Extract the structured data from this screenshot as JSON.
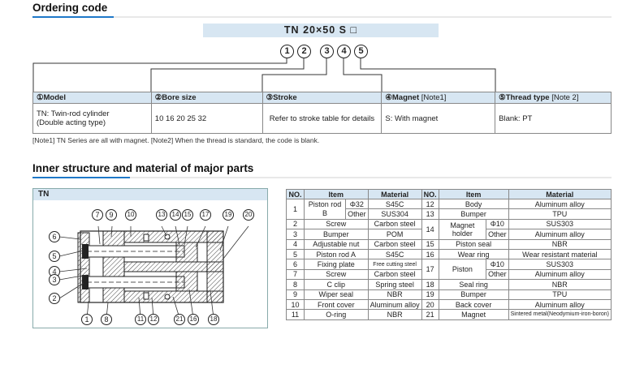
{
  "ordering": {
    "title": "Ordering code",
    "code_prefix": "TN",
    "code_bore_stroke": "20×50",
    "code_magnet": "S",
    "code_thread": "□",
    "markers": [
      "1",
      "2",
      "3",
      "4",
      "5"
    ],
    "headers": [
      "①Model",
      "②Bore size",
      "③Stroke",
      "④Magnet",
      "⑤Thread type"
    ],
    "header_notes": [
      "",
      "",
      "",
      "[Note1]",
      "[Note 2]"
    ],
    "cells": [
      "TN: Twin-rod cylinder\n(Double acting type)",
      "10  16  20  25  32",
      "Refer to stroke table for details",
      "S: With magnet",
      "Blank: PT"
    ],
    "note": "[Note1] TN Series are all with magnet.    [Note2] When the thread is standard, the code is blank."
  },
  "inner": {
    "title": "Inner structure and material of major parts",
    "diagram_label": "TN",
    "callouts_top": [
      "7",
      "9",
      "10",
      "13",
      "14",
      "15",
      "17",
      "19",
      "20"
    ],
    "callouts_left": [
      "6",
      "5",
      "4",
      "3",
      "2"
    ],
    "callouts_bottom": [
      "1",
      "8",
      "11",
      "12",
      "21",
      "16",
      "18"
    ]
  },
  "materials": {
    "headers": [
      "NO.",
      "Item",
      "Material",
      "NO.",
      "Item",
      "Material"
    ],
    "left": [
      {
        "no": "1",
        "item": "Piston rod B",
        "sub": [
          {
            "spec": "Φ32",
            "material": "S45C"
          },
          {
            "spec": "Other",
            "material": "SUS304"
          }
        ]
      },
      {
        "no": "2",
        "item": "Screw",
        "material": "Carbon steel"
      },
      {
        "no": "3",
        "item": "Bumper",
        "material": "POM"
      },
      {
        "no": "4",
        "item": "Adjustable nut",
        "material": "Carbon steel"
      },
      {
        "no": "5",
        "item": "Piston rod A",
        "material": "S45C"
      },
      {
        "no": "6",
        "item": "Fixing plate",
        "material": "Free cutting steel"
      },
      {
        "no": "7",
        "item": "Screw",
        "material": "Carbon steel"
      },
      {
        "no": "8",
        "item": "C clip",
        "material": "Spring steel"
      },
      {
        "no": "9",
        "item": "Wiper seal",
        "material": "NBR"
      },
      {
        "no": "10",
        "item": "Front cover",
        "material": "Aluminum alloy"
      },
      {
        "no": "11",
        "item": "O-ring",
        "material": "NBR"
      }
    ],
    "right": [
      {
        "no": "12",
        "item": "Body",
        "material": "Aluminum alloy"
      },
      {
        "no": "13",
        "item": "Bumper",
        "material": "TPU"
      },
      {
        "no": "14",
        "item": "Magnet holder",
        "sub": [
          {
            "spec": "Φ10",
            "material": "SUS303"
          },
          {
            "spec": "Other",
            "material": "Aluminum alloy"
          }
        ]
      },
      {
        "no": "15",
        "item": "Piston seal",
        "material": "NBR"
      },
      {
        "no": "16",
        "item": "Wear ring",
        "material": "Wear resistant material"
      },
      {
        "no": "17",
        "item": "Piston",
        "sub": [
          {
            "spec": "Φ10",
            "material": "SUS303"
          },
          {
            "spec": "Other",
            "material": "Aluminum alloy"
          }
        ]
      },
      {
        "no": "18",
        "item": "Seal ring",
        "material": "NBR"
      },
      {
        "no": "19",
        "item": "Bumper",
        "material": "TPU"
      },
      {
        "no": "20",
        "item": "Back cover",
        "material": "Aluminum alloy"
      },
      {
        "no": "21",
        "item": "Magnet",
        "material": "Sintered metal(Neodymium-iron-boron)"
      }
    ]
  }
}
